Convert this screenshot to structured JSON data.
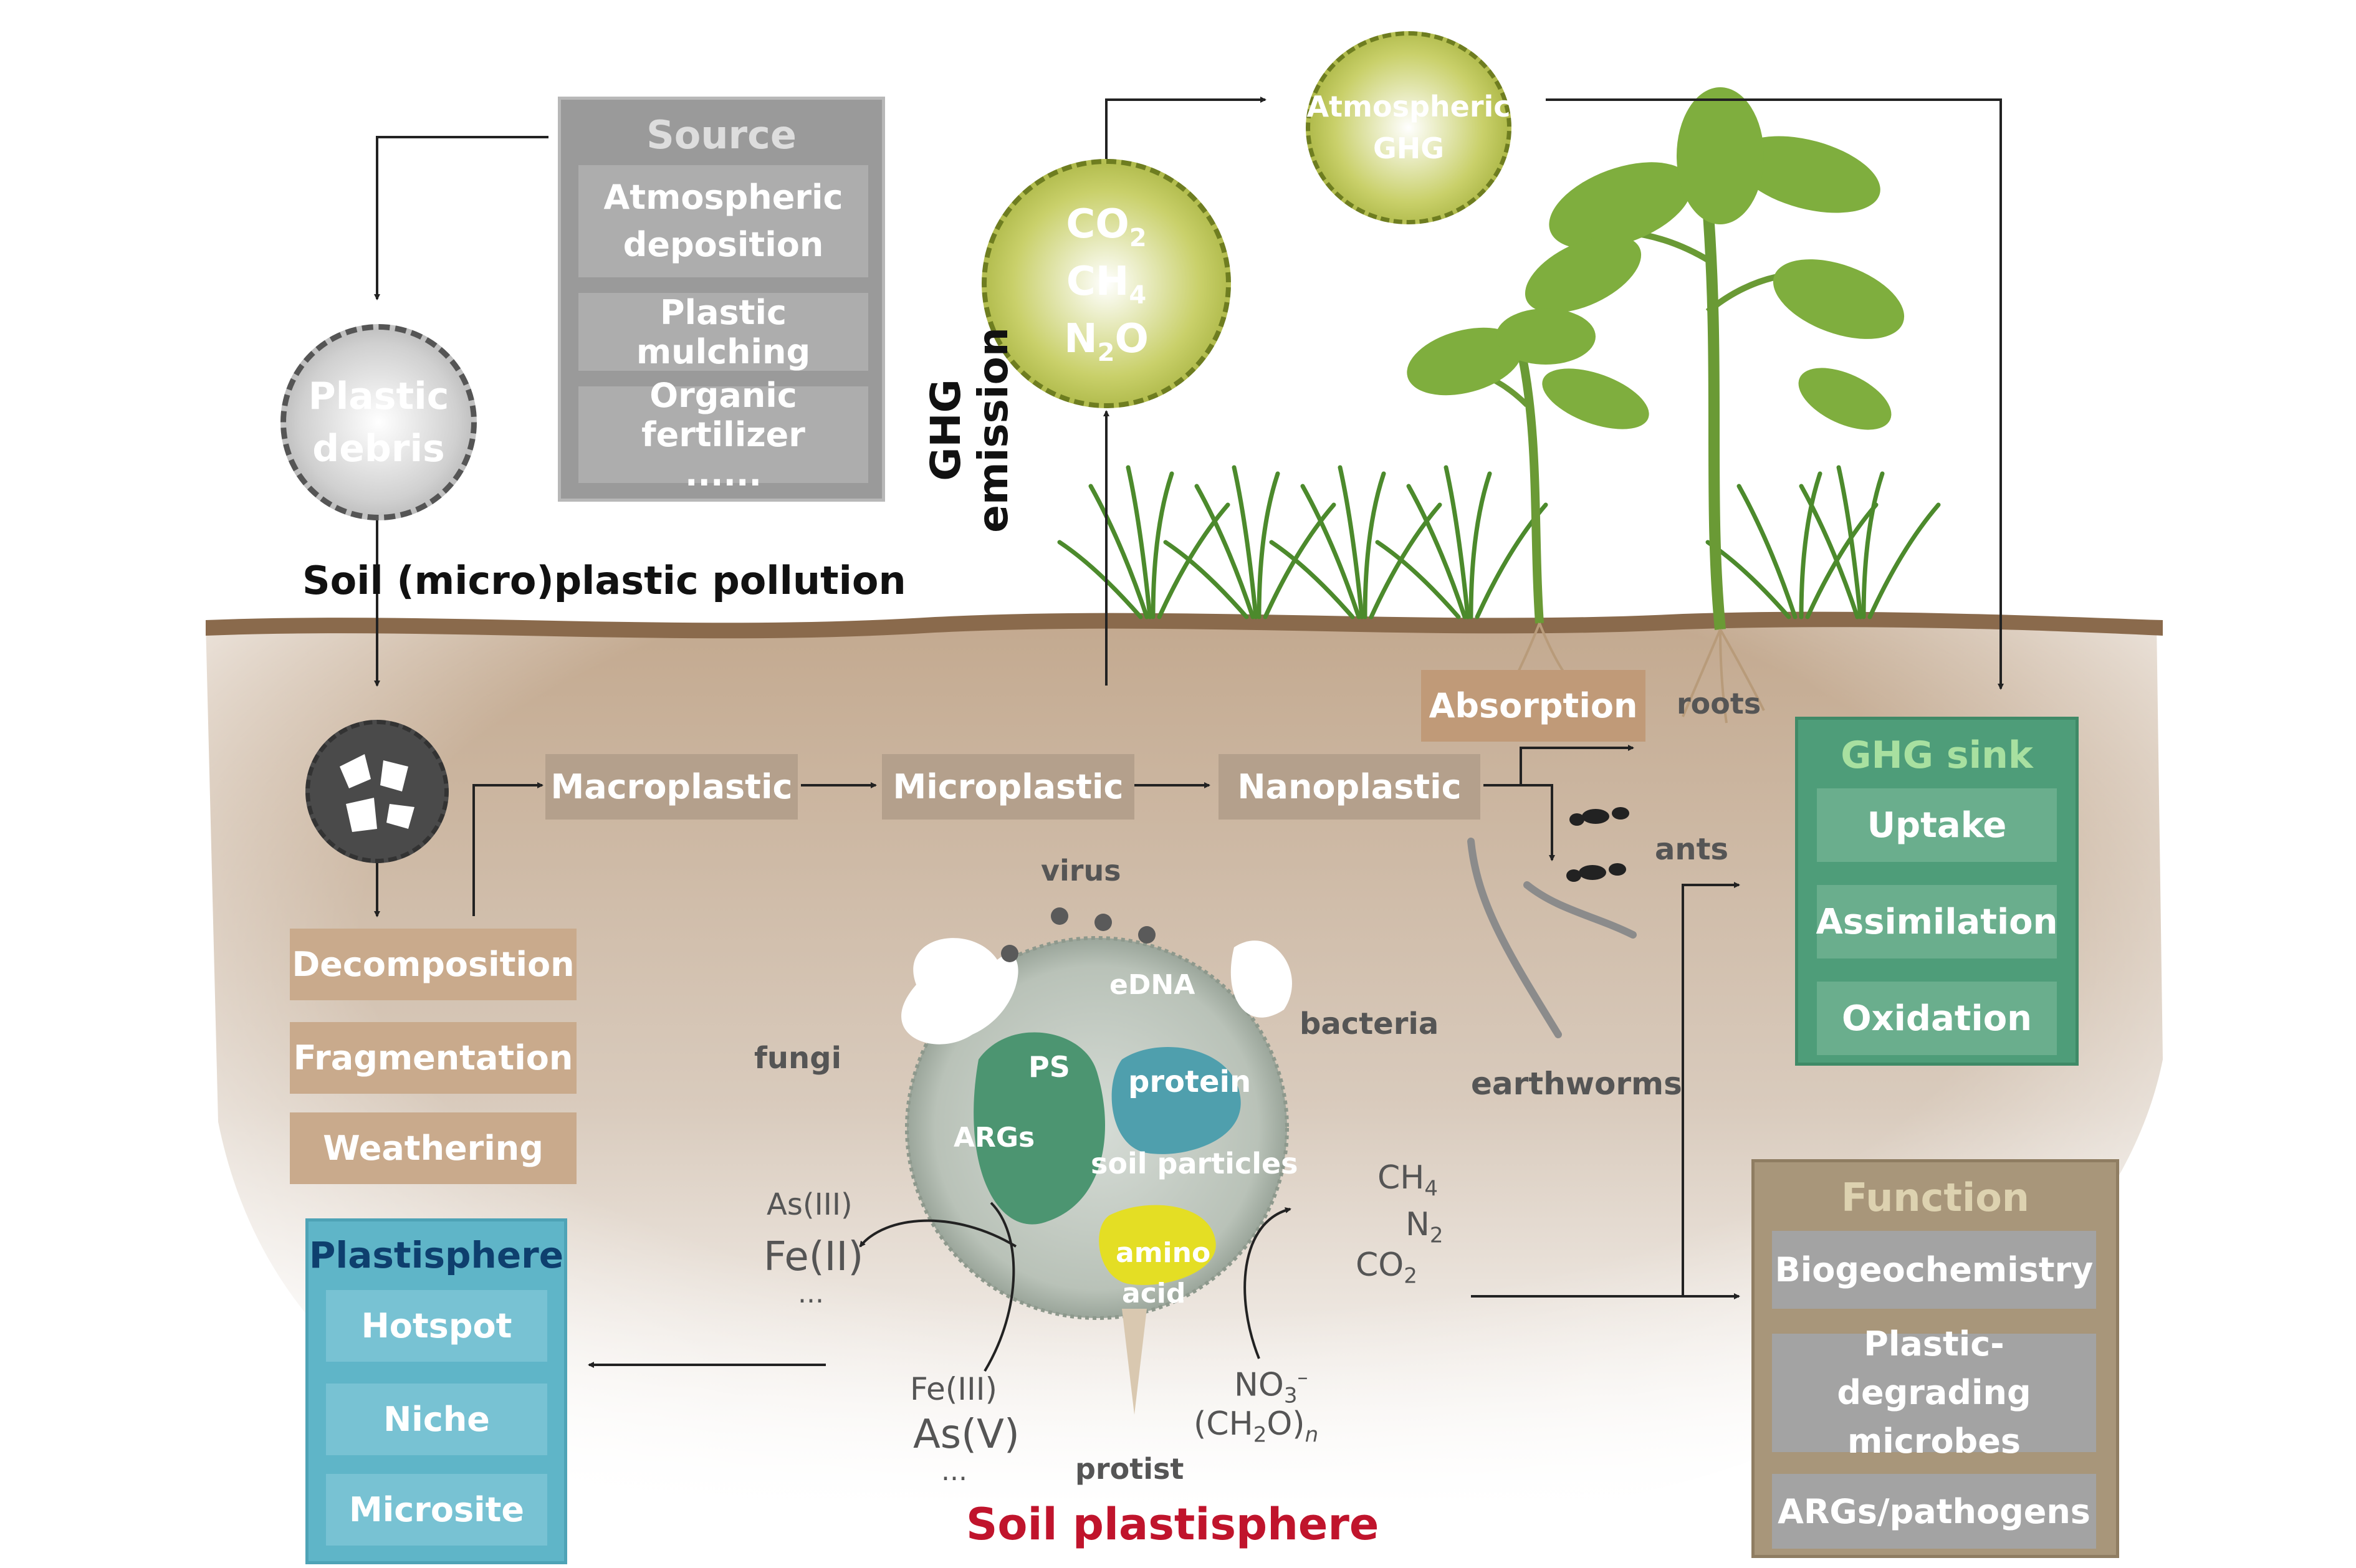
{
  "source": {
    "title": "Source",
    "items": [
      "Atmospheric deposition",
      "Plastic mulching",
      "Organic fertilizer"
    ],
    "more": "......"
  },
  "plastic_debris": "Plastic debris",
  "pollution_label": "Soil (micro)plastic pollution",
  "ghg_circle": {
    "co2": "CO",
    "co2_sub": "2",
    "ch4": "CH",
    "ch4_sub": "4",
    "n2o_a": "N",
    "n2o_sub": "2",
    "n2o_b": "O"
  },
  "atmospheric_ghg": "Atmospheric GHG",
  "ghg_emission": "GHG emission",
  "processes": [
    "Decomposition",
    "Fragmentation",
    "Weathering"
  ],
  "chain": [
    "Macroplastic",
    "Microplastic",
    "Nanoplastic"
  ],
  "absorption": "Absorption",
  "organisms": {
    "roots": "roots",
    "ants": "ants",
    "earthworms": "earthworms",
    "virus": "virus",
    "bacteria": "bacteria",
    "fungi": "fungi",
    "protist": "protist"
  },
  "particle": {
    "edna": "eDNA",
    "ps": "PS",
    "protein": "protein",
    "args": "ARGs",
    "soil_particles": "soil particles",
    "amino": "amino",
    "acid": "acid"
  },
  "left_chem": {
    "as3": "As(III)",
    "fe2": "Fe(II)",
    "dots": "..."
  },
  "bottom_chem": {
    "fe3": "Fe(III)",
    "as5": "As(V)",
    "dots": "..."
  },
  "right_chem": {
    "ch4": "CH",
    "ch4_sub": "4",
    "n2": "N",
    "n2_sub": "2",
    "co2": "CO",
    "co2_sub": "2"
  },
  "right_chem2": {
    "no3": "NO",
    "no3_sub": "3",
    "no3_sup": "–",
    "ch2o": "(CH",
    "ch2o_sub": "2",
    "ch2o_b": "O)",
    "ch2o_n": "n"
  },
  "ghg_sink": {
    "title": "GHG sink",
    "items": [
      "Uptake",
      "Assimilation",
      "Oxidation"
    ]
  },
  "function": {
    "title": "Function",
    "items": [
      "Biogeochemistry",
      "Plastic-degrading microbes",
      "ARGs/pathogens"
    ]
  },
  "plastisphere": {
    "title": "Plastisphere",
    "items": [
      "Hotspot",
      "Niche",
      "Microsite"
    ]
  },
  "soil_plastisphere": "Soil plastisphere",
  "colors": {
    "soil_surface": "#8a6a4c",
    "soil": "#c7b19b",
    "source_box": "#9a9a9a",
    "process_box": "#c9aa8c",
    "ghg_sink_box": "#4e9d79",
    "function_box": "#a8967a",
    "plastisphere_box": "#5fb5c8",
    "ghg_green": "#aebb3a",
    "title_red": "#c0142c"
  }
}
